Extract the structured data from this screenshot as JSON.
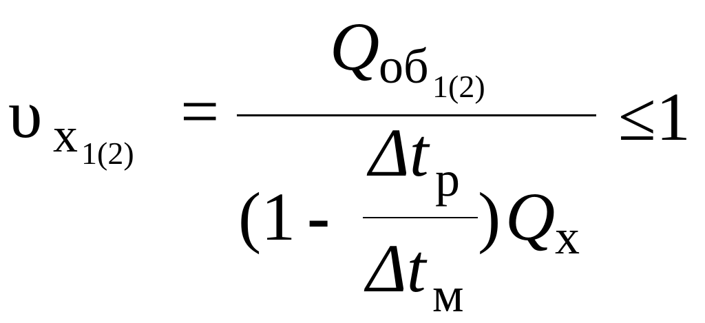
{
  "formula": {
    "lhs": {
      "symbol": "υ",
      "subscript": "х",
      "sub_subscript": "1(2)"
    },
    "equals": "=",
    "numerator": {
      "symbol": "Q",
      "subscript": "об",
      "sub_subscript": "1(2)"
    },
    "denominator": {
      "open": "(1",
      "minus": "-",
      "inner_numerator": {
        "symbol": "Δt",
        "subscript": "р"
      },
      "inner_denominator": {
        "symbol": "Δt",
        "subscript": "м"
      },
      "close": ")",
      "factor": {
        "symbol": "Q",
        "subscript": "х"
      }
    },
    "relation": "≤1"
  }
}
